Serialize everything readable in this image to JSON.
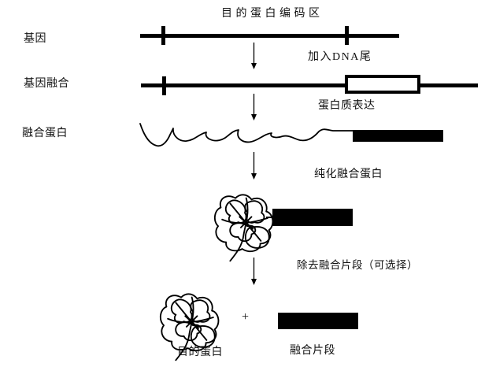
{
  "diagram": {
    "title": "目的蛋白编码区",
    "row_labels": {
      "gene": "基因",
      "gene_fusion": "基因融合",
      "fusion_protein": "融合蛋白"
    },
    "step_labels": {
      "add_dna_tail": "加入DNA尾",
      "protein_expression": "蛋白质表达",
      "purify_fusion_protein": "纯化融合蛋白",
      "remove_fusion_fragment": "除去融合片段（可选择）"
    },
    "result_labels": {
      "target_protein": "目的蛋白",
      "plus": "+",
      "fusion_fragment": "融合片段"
    },
    "colors": {
      "ink": "#000000",
      "background": "#ffffff"
    }
  }
}
